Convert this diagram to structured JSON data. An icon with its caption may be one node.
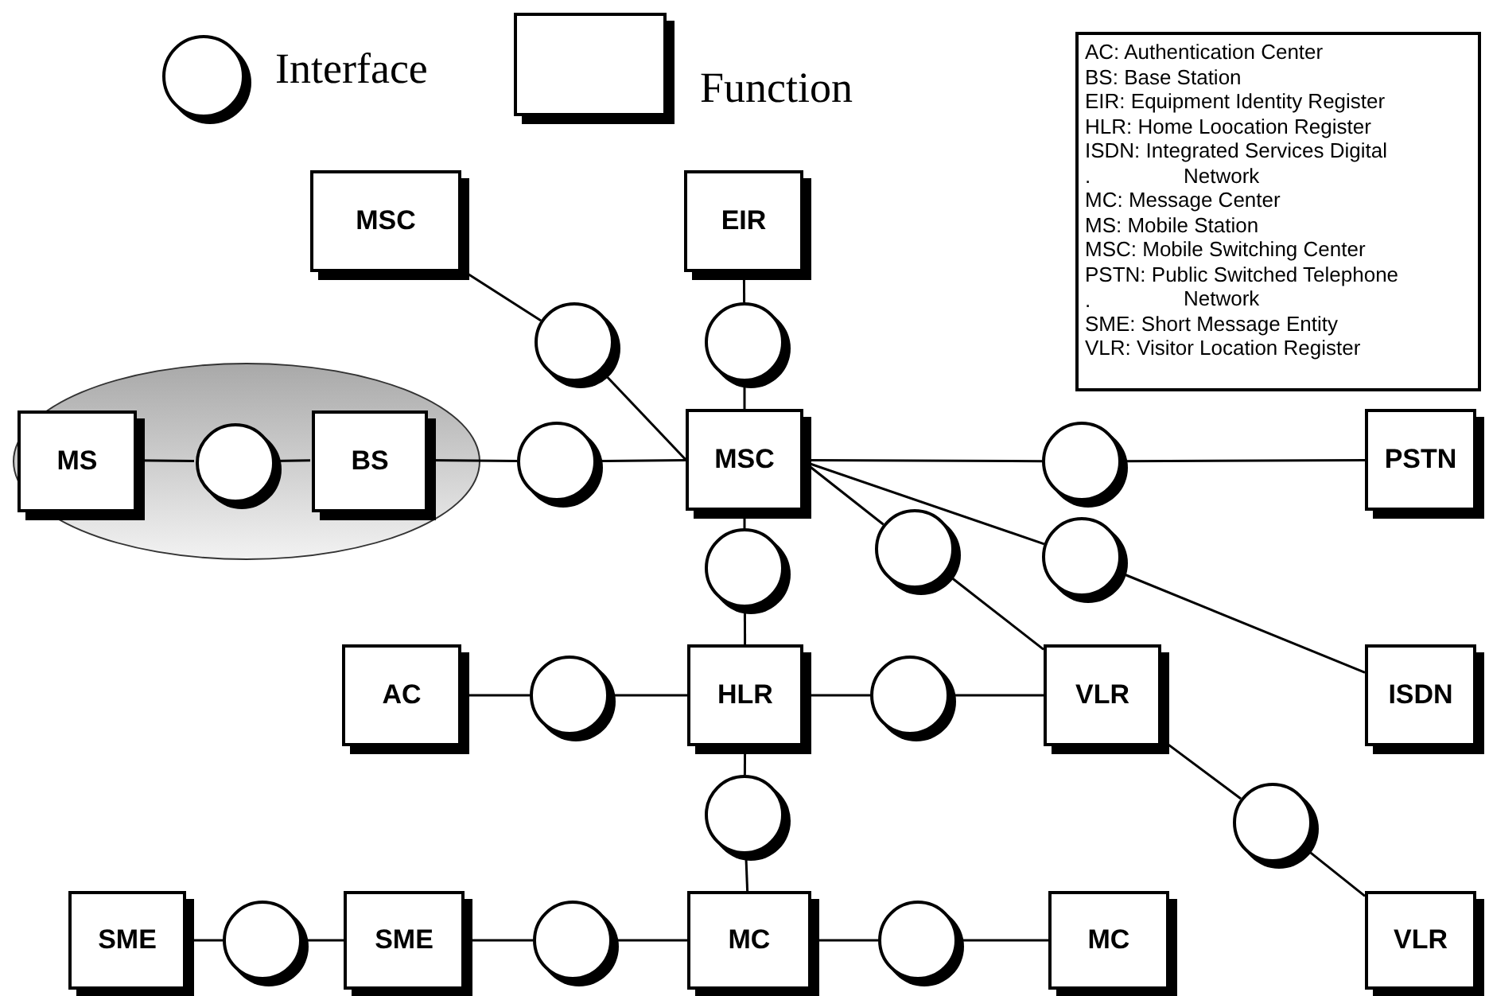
{
  "diagram": {
    "nodes": [
      {
        "text": [],
        "shape": "ellipse"
      },
      {
        "text": [
          "MS"
        ],
        "in": 0
      },
      {
        "text": [],
        "shape": "circle",
        "in": 0
      },
      {
        "text": [
          "BS"
        ],
        "in": 0
      },
      {
        "text": [
          "MSC"
        ]
      },
      {
        "text": [
          "EIR"
        ]
      },
      {
        "text": [],
        "shape": "circle"
      },
      {
        "text": [],
        "shape": "circle"
      },
      {
        "text": [],
        "shape": "circle"
      },
      {
        "text": [
          "MSC"
        ]
      },
      {
        "text": [],
        "shape": "circle"
      },
      {
        "text": [
          "PSTN"
        ]
      },
      {
        "text": [],
        "shape": "circle"
      },
      {
        "text": [],
        "shape": "circle"
      },
      {
        "text": [],
        "shape": "circle"
      },
      {
        "text": [
          "AC"
        ]
      },
      {
        "text": [],
        "shape": "circle"
      },
      {
        "text": [
          "HLR"
        ]
      },
      {
        "text": [],
        "shape": "circle"
      },
      {
        "text": [
          "VLR"
        ]
      },
      {
        "text": [
          "ISDN"
        ]
      },
      {
        "text": [],
        "shape": "circle"
      },
      {
        "text": [],
        "shape": "circle"
      },
      {
        "text": [
          "SME"
        ]
      },
      {
        "text": [],
        "shape": "circle"
      },
      {
        "text": [
          "SME"
        ]
      },
      {
        "text": [],
        "shape": "circle"
      },
      {
        "text": [
          "MC"
        ]
      },
      {
        "text": [],
        "shape": "circle"
      },
      {
        "text": [
          "MC"
        ]
      },
      {
        "text": [
          "VLR"
        ]
      }
    ],
    "edges": [
      {
        "from": 1,
        "to": 2,
        "arrow": "none"
      },
      {
        "from": 2,
        "to": 3,
        "arrow": "none"
      },
      {
        "from": 4,
        "to": 6,
        "arrow": "none"
      },
      {
        "from": 6,
        "to": 9,
        "arrow": "none"
      },
      {
        "from": 5,
        "to": 7,
        "arrow": "none"
      },
      {
        "from": 7,
        "to": 9,
        "arrow": "none"
      },
      {
        "from": 3,
        "to": 8,
        "arrow": "none"
      },
      {
        "from": 8,
        "to": 9,
        "arrow": "none"
      },
      {
        "from": 9,
        "to": 10,
        "arrow": "none"
      },
      {
        "from": 10,
        "to": 11,
        "arrow": "none"
      },
      {
        "from": 9,
        "to": 12,
        "arrow": "none"
      },
      {
        "from": 12,
        "to": 17,
        "arrow": "none"
      },
      {
        "from": 9,
        "to": 13,
        "arrow": "none"
      },
      {
        "from": 13,
        "to": 19,
        "arrow": "none"
      },
      {
        "from": 9,
        "to": 14,
        "arrow": "none"
      },
      {
        "from": 14,
        "to": 20,
        "arrow": "none"
      },
      {
        "from": 15,
        "to": 16,
        "arrow": "none"
      },
      {
        "from": 16,
        "to": 17,
        "arrow": "none"
      },
      {
        "from": 17,
        "to": 18,
        "arrow": "none"
      },
      {
        "from": 18,
        "to": 19,
        "arrow": "none"
      },
      {
        "from": 17,
        "to": 21,
        "arrow": "none"
      },
      {
        "from": 21,
        "to": 27,
        "arrow": "none"
      },
      {
        "from": 19,
        "to": 22,
        "arrow": "none"
      },
      {
        "from": 22,
        "to": 30,
        "arrow": "none"
      },
      {
        "from": 23,
        "to": 24,
        "arrow": "none"
      },
      {
        "from": 24,
        "to": 25,
        "arrow": "none"
      },
      {
        "from": 25,
        "to": 26,
        "arrow": "none"
      },
      {
        "from": 26,
        "to": 27,
        "arrow": "none"
      },
      {
        "from": 27,
        "to": 28,
        "arrow": "none"
      },
      {
        "from": 28,
        "to": 29,
        "arrow": "none"
      }
    ],
    "labels": [
      "AC: Authentication Center",
      "BS: Base Station",
      "EIR: Equipment Identity Register",
      "HLR: Home Loocation Register",
      "ISDN: Integrated Services Digital Network",
      ".",
      "MC: Message Center",
      "MS: Mobile Station",
      "MSC: Mobile Switching Center",
      "PSTN: Public Switched Telephone Network",
      ".",
      "SME: Short Message Entity",
      "VLR: Visitor Location Register"
    ],
    "legend": [
      {
        "text": "Interface"
      },
      {
        "text": "Function"
      }
    ]
  }
}
